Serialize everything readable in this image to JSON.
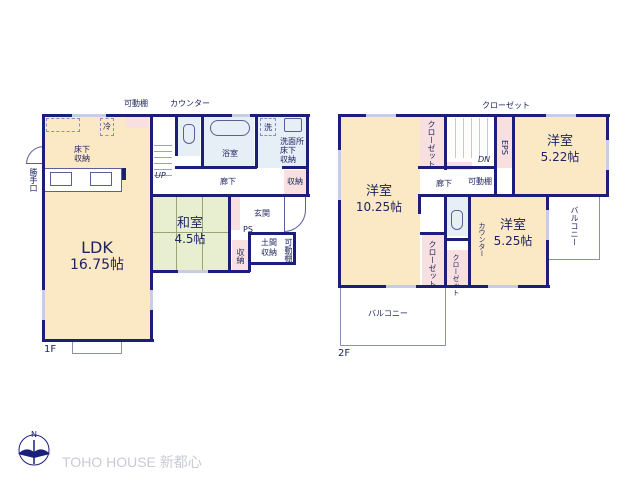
{
  "floors": [
    {
      "label": "1F",
      "rooms": {
        "ldk": {
          "name": "LDK",
          "size": "16.75帖"
        },
        "washitsu": {
          "name": "和室",
          "size": "4.5帖"
        },
        "bath": "浴室",
        "washroom": "洗面所",
        "washroom_storage": "床下\n収納",
        "kitchen_storage": "床下\n収納",
        "fridge": "冷",
        "washer": "洗",
        "hallway": "廊下",
        "storage_hall": "収納",
        "genkan": "玄関",
        "ps": "PS",
        "storage_washitsu": "収納",
        "doma_storage": "土間\n収納",
        "movable_shelf_genkan": "可動棚",
        "up": "UP",
        "side_entrance": "勝手口"
      },
      "annotations": {
        "movable_shelf": "可動棚",
        "counter": "カウンター"
      }
    },
    {
      "label": "2F",
      "rooms": {
        "youshitsu_large": {
          "name": "洋室",
          "size": "10.25帖"
        },
        "youshitsu_ne": {
          "name": "洋室",
          "size": "5.22帖"
        },
        "youshitsu_s": {
          "name": "洋室",
          "size": "5.25帖"
        },
        "closet_1": "クローゼット",
        "closet_2": "クローゼット",
        "closet_3": "クローゼット",
        "eps": "EPS",
        "hallway": "廊下",
        "movable_shelf": "可動棚",
        "down": "DN",
        "counter": "カウンター",
        "balcony_south": "バルコニー",
        "balcony_east": "バルコニー"
      },
      "annotations": {
        "closet_top": "クローゼット"
      }
    }
  ],
  "branding": {
    "company": "TOHO HOUSE 新都心",
    "compass_label": "N"
  },
  "colors": {
    "wall": "#1c1f7a",
    "living": "#fbe8c4",
    "washitsu": "#e8eed0",
    "wet_area": "#e6eef6",
    "storage": "#f8e0e0",
    "hall": "#ffffff",
    "window": "#c8cde0"
  }
}
